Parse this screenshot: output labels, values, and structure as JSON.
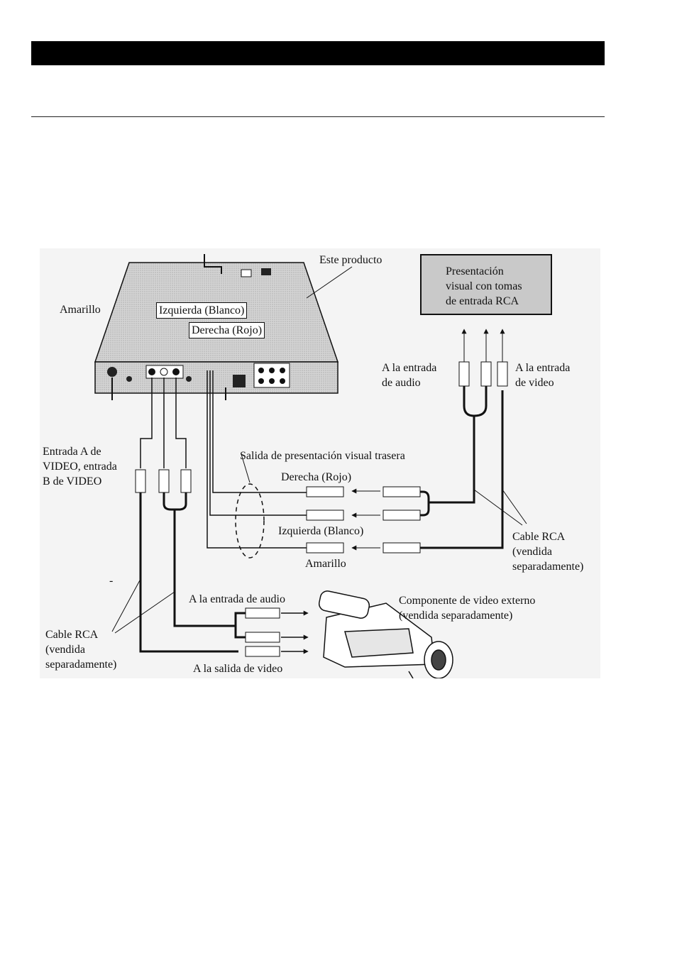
{
  "header": {
    "bar_color": "#000000"
  },
  "diagram": {
    "product_label": "Este producto",
    "display_label": "Presentación\nvisual con tomas\nde entrada RCA",
    "yellow_top": "Amarillo",
    "left_white": "Izquierda (Blanco)",
    "right_red": "Derecha (Rojo)",
    "to_audio_input": "A la entrada\nde audio",
    "to_video_input": "A la entrada\nde video",
    "video_input_ab": "Entrada A de\nVIDEO, entrada\nB de VIDEO",
    "rear_display_output": "Salida de presentación visual trasera",
    "rear_right_red": "Derecha (Rojo)",
    "rear_left_white": "Izquierda (Blanco)",
    "rear_yellow": "Amarillo",
    "rca_cable_right": "Cable RCA\n(vendida\nseparadamente)",
    "rca_cable_left": "Cable RCA\n(vendida\nseparadamente)",
    "to_audio_input_bottom": "A la entrada de audio",
    "to_video_output": "A la salida de video",
    "external_component": "Componente de video externo\n(vendida separadamente)",
    "stray_mark": "-"
  }
}
